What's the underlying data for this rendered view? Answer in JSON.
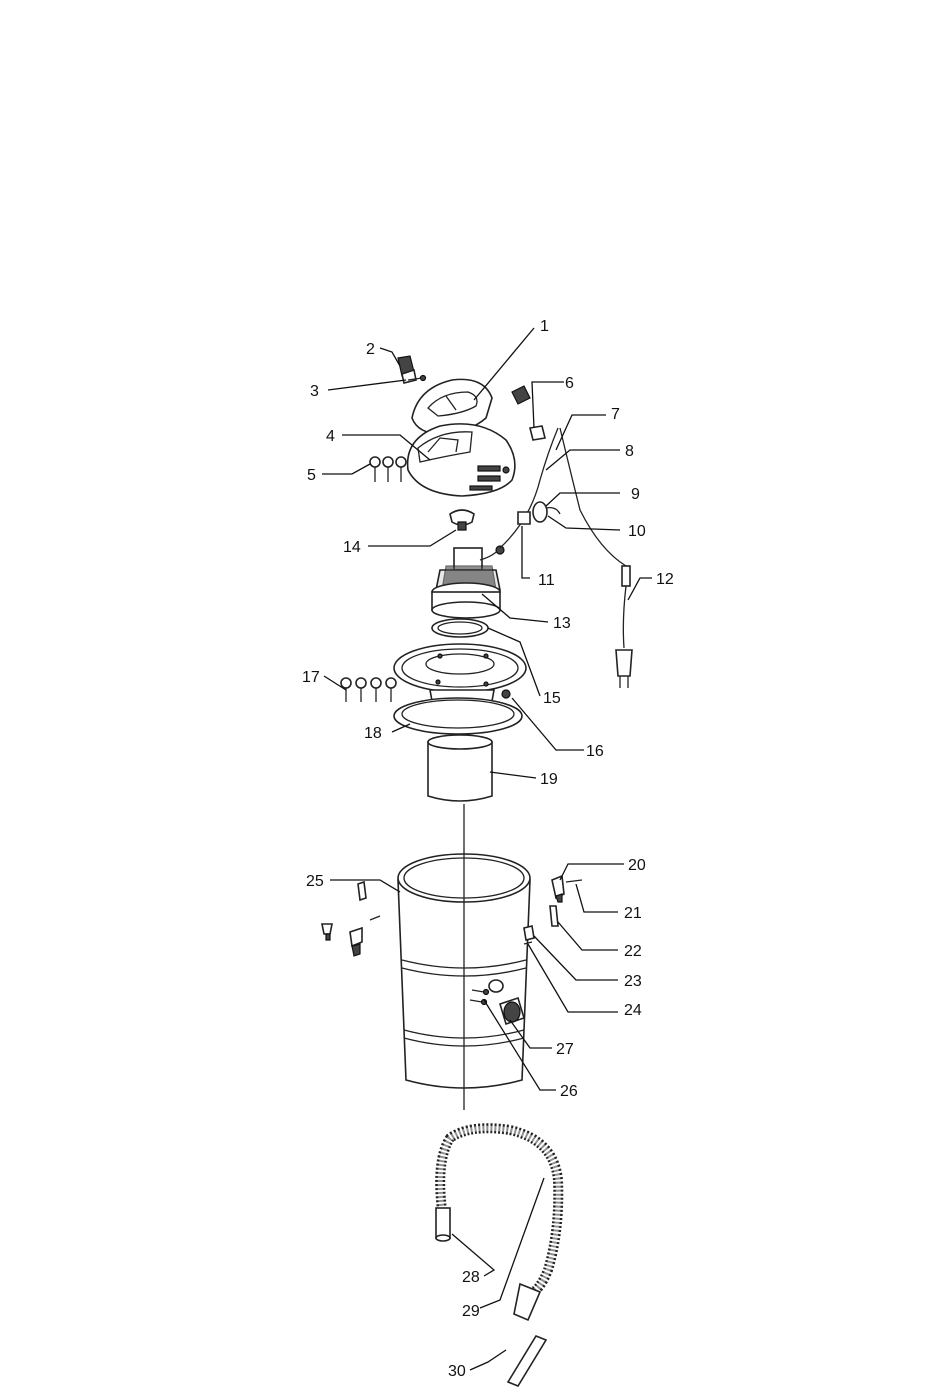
{
  "labels": [
    "1",
    "2",
    "3",
    "4",
    "5",
    "6",
    "7",
    "8",
    "9",
    "10",
    "11",
    "12",
    "13",
    "14",
    "15",
    "16",
    "17",
    "18",
    "19",
    "20",
    "21",
    "22",
    "23",
    "24",
    "25",
    "26",
    "27",
    "28",
    "29",
    "30"
  ],
  "colors": {
    "line": "#222222",
    "fill": "#ffffff",
    "shade": "#e8e8e8",
    "dark": "#444444"
  }
}
